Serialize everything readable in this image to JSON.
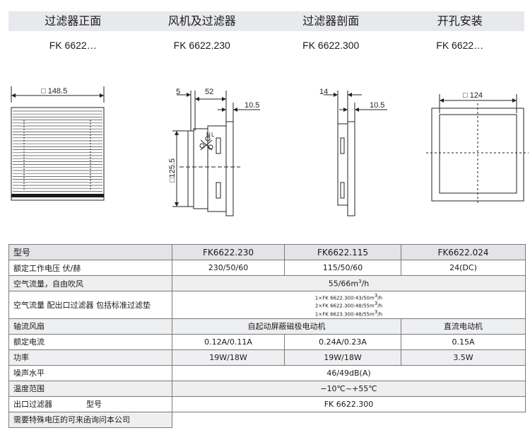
{
  "header": {
    "front": "过滤器正面",
    "fan_filter": "风机及过滤器",
    "section": "过滤器剖面",
    "cutout": "开孔安装"
  },
  "models": {
    "front": "FK 6622…",
    "fan_filter": "FK 6622.230",
    "section": "FK 6622.300",
    "cutout": "FK 6622…"
  },
  "drawings": {
    "front_dim": "□ 148.5",
    "fan_dim_5": "5",
    "fan_dim_52": "52",
    "fan_dim_105": "10.5",
    "fan_dim_side": "□125.5",
    "fan_label_n": "N",
    "fan_label_l": "L",
    "section_dim_14": "14",
    "section_dim_105": "10.5",
    "cutout_dim": "□ 124"
  },
  "table": {
    "head": {
      "label": "型号",
      "m1": "FK6622.230",
      "m2": "FK6622.115",
      "m3": "FK6622.024"
    },
    "rows": {
      "voltage": {
        "label": "额定工作电压 伏/赫",
        "v1": "230/50/60",
        "v2": "115/50/60",
        "v3": "24(DC)"
      },
      "airflow_free": {
        "label": "空气流量，自由吹风",
        "value": "55/66m",
        "unit_sup": "3",
        "unit_tail": "/h"
      },
      "airflow_outlet": {
        "label": "空气流量 配出口过滤器 包括标准过滤垫",
        "lines": [
          {
            "pre": "1×FK  6622.300:43/50m",
            "sup": "3",
            "post": "/h"
          },
          {
            "pre": "2×FK  6622.300:48/55m",
            "sup": "3",
            "post": "/h"
          },
          {
            "pre": "1×FK  6623.300:48/55m",
            "sup": "3",
            "post": "/h"
          }
        ]
      },
      "fan_type": {
        "label": "轴流风扇",
        "v12": "自起动屏蔽磁极电动机",
        "v3": "直流电动机"
      },
      "current": {
        "label": "额定电流",
        "v1": "0.12A/0.11A",
        "v2": "0.24A/0.23A",
        "v3": "0.15A"
      },
      "power": {
        "label": "功率",
        "v1": "19W/18W",
        "v2": "19W/18W",
        "v3": "3.5W"
      },
      "noise": {
        "label": "噪声水平",
        "value": "46/49dB(A)"
      },
      "temp": {
        "label": "温度范围",
        "value": "−10℃~+55℃"
      },
      "outlet_filter": {
        "label": "出口过滤器",
        "label2": "型号",
        "value": "FK 6622.300"
      },
      "note": {
        "label": "需要特殊电压的可来函询问本公司"
      }
    }
  }
}
